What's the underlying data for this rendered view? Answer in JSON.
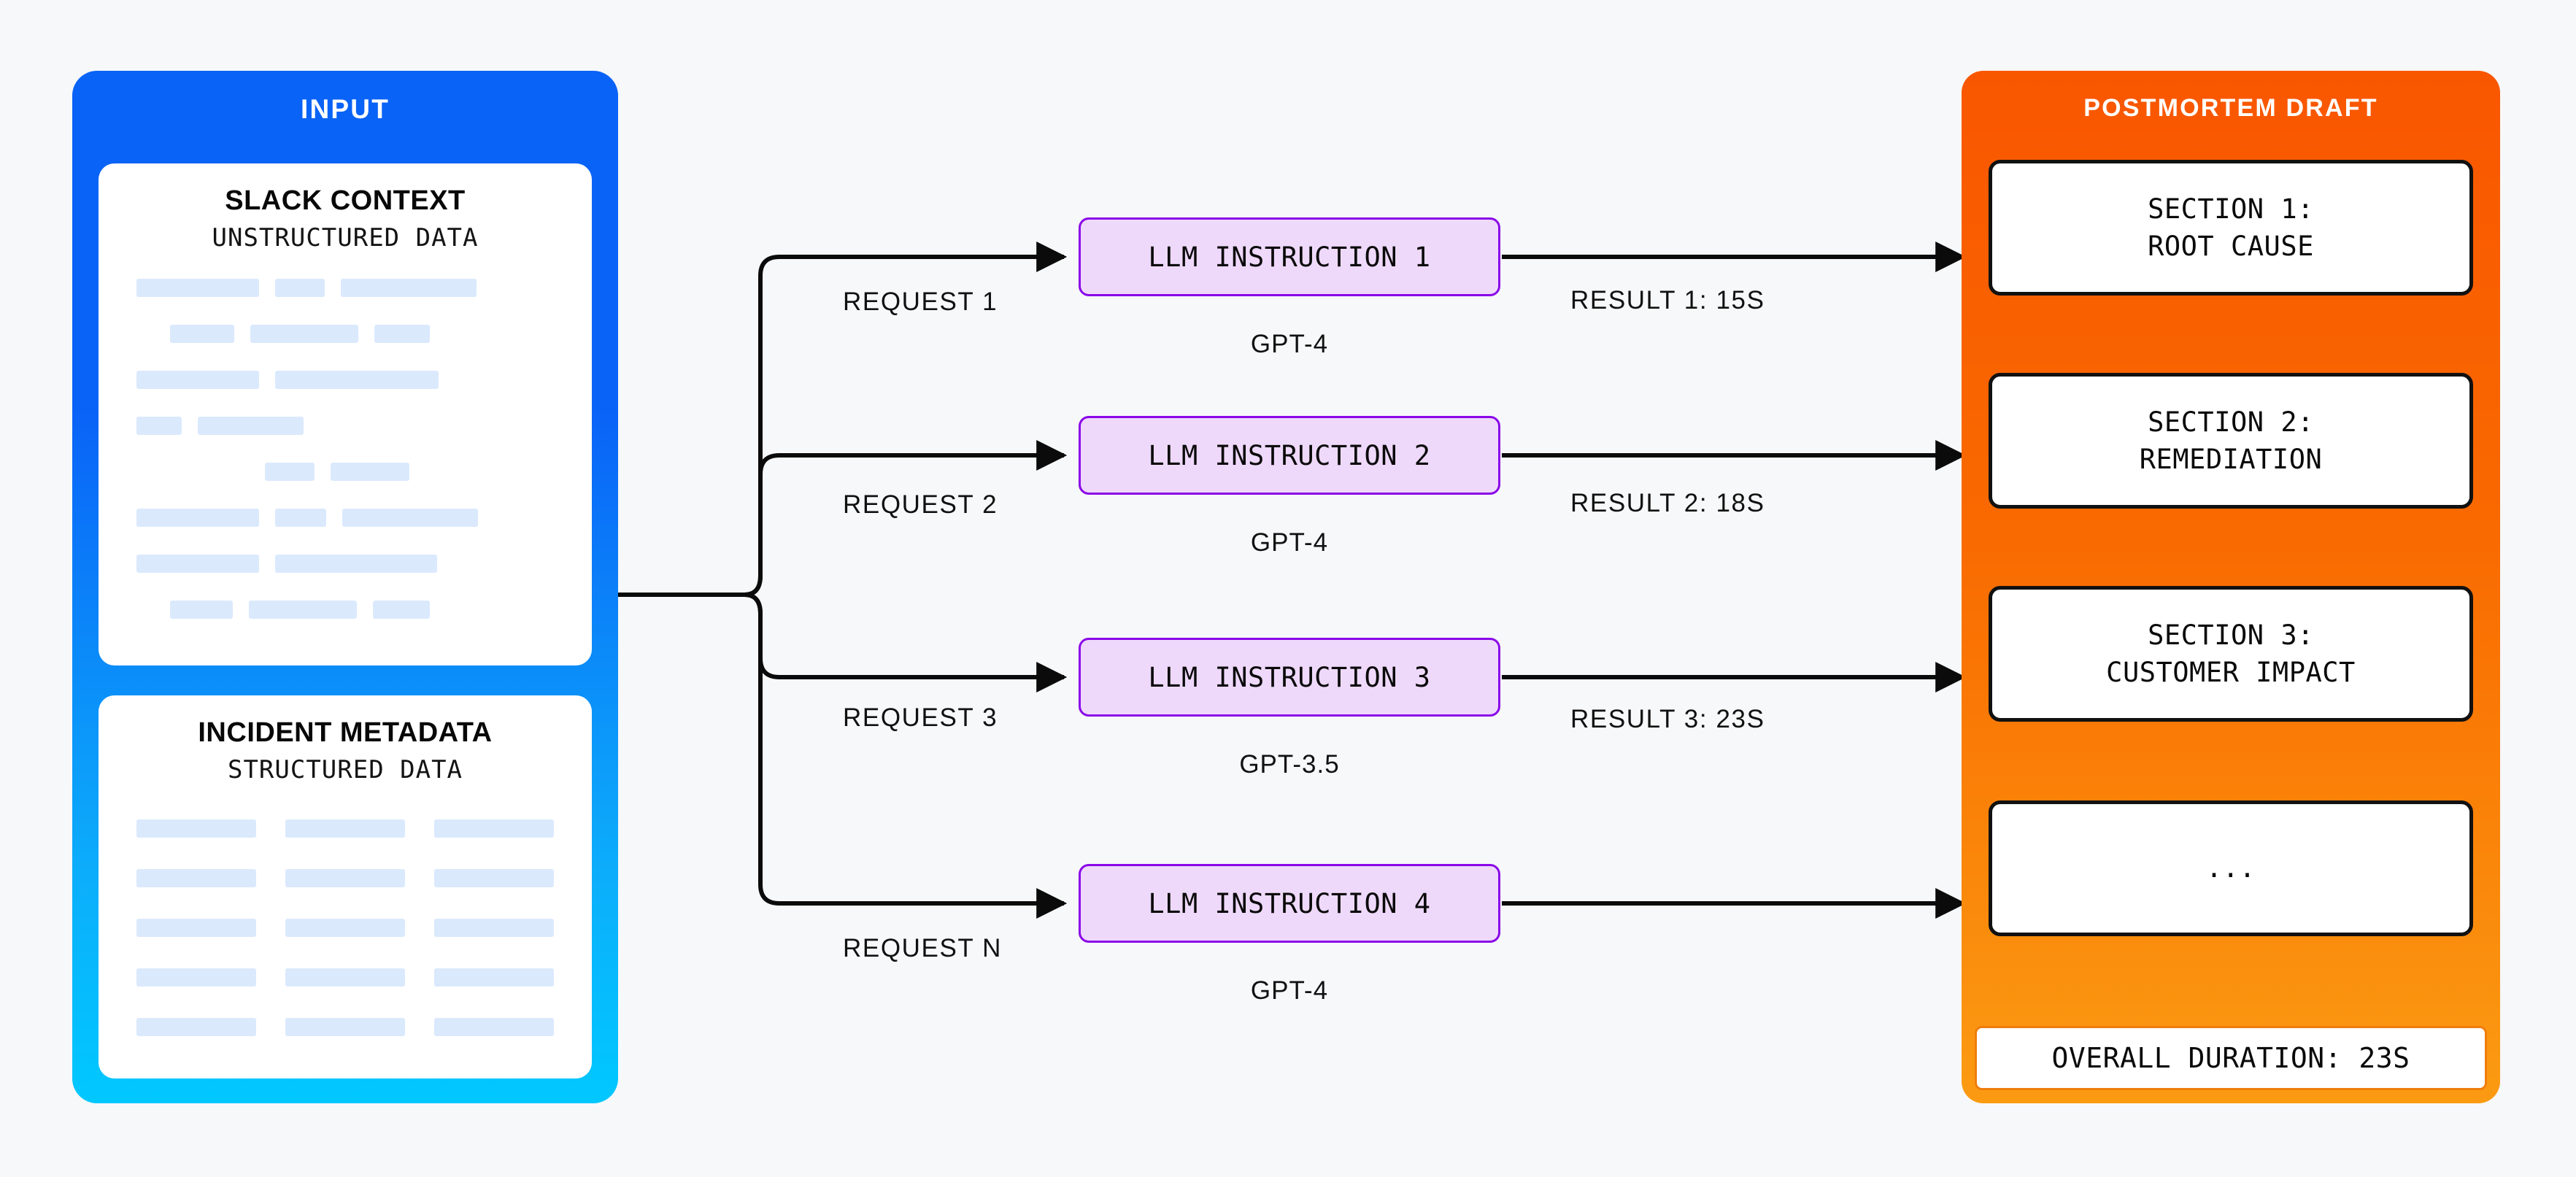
{
  "background": "#f7f8f9",
  "input": {
    "title": "INPUT",
    "panel_color_top": "#0A63F7",
    "panel_color_bottom": "#00C8FF",
    "cards": [
      {
        "title": "SLACK CONTEXT",
        "subtitle": "UNSTRUCTURED DATA",
        "kind": "unstructured"
      },
      {
        "title": "INCIDENT METADATA",
        "subtitle": "STRUCTURED DATA",
        "kind": "structured"
      }
    ]
  },
  "pipeline": {
    "rows": [
      {
        "request_label": "REQUEST 1",
        "instruction": "LLM INSTRUCTION 1",
        "model": "GPT-4",
        "result_label": "RESULT 1: 15S"
      },
      {
        "request_label": "REQUEST 2",
        "instruction": "LLM INSTRUCTION 2",
        "model": "GPT-4",
        "result_label": "RESULT 2: 18S"
      },
      {
        "request_label": "REQUEST 3",
        "instruction": "LLM INSTRUCTION 3",
        "model": "GPT-3.5",
        "result_label": "RESULT 3: 23S"
      },
      {
        "request_label": "REQUEST N",
        "instruction": "LLM INSTRUCTION 4",
        "model": "GPT-4",
        "result_label": ""
      }
    ],
    "box_fill": "#EFD9FB",
    "box_border": "#8A07E8"
  },
  "output": {
    "title": "POSTMORTEM DRAFT",
    "panel_color_top": "#F95600",
    "panel_color_bottom": "#FB9B12",
    "sections": [
      {
        "line1": "SECTION 1:",
        "line2": "ROOT CAUSE"
      },
      {
        "line1": "SECTION 2:",
        "line2": "REMEDIATION"
      },
      {
        "line1": "SECTION 3:",
        "line2": "CUSTOMER IMPACT"
      },
      {
        "line1": "...",
        "line2": ""
      }
    ],
    "duration": "OVERALL DURATION: 23S"
  }
}
